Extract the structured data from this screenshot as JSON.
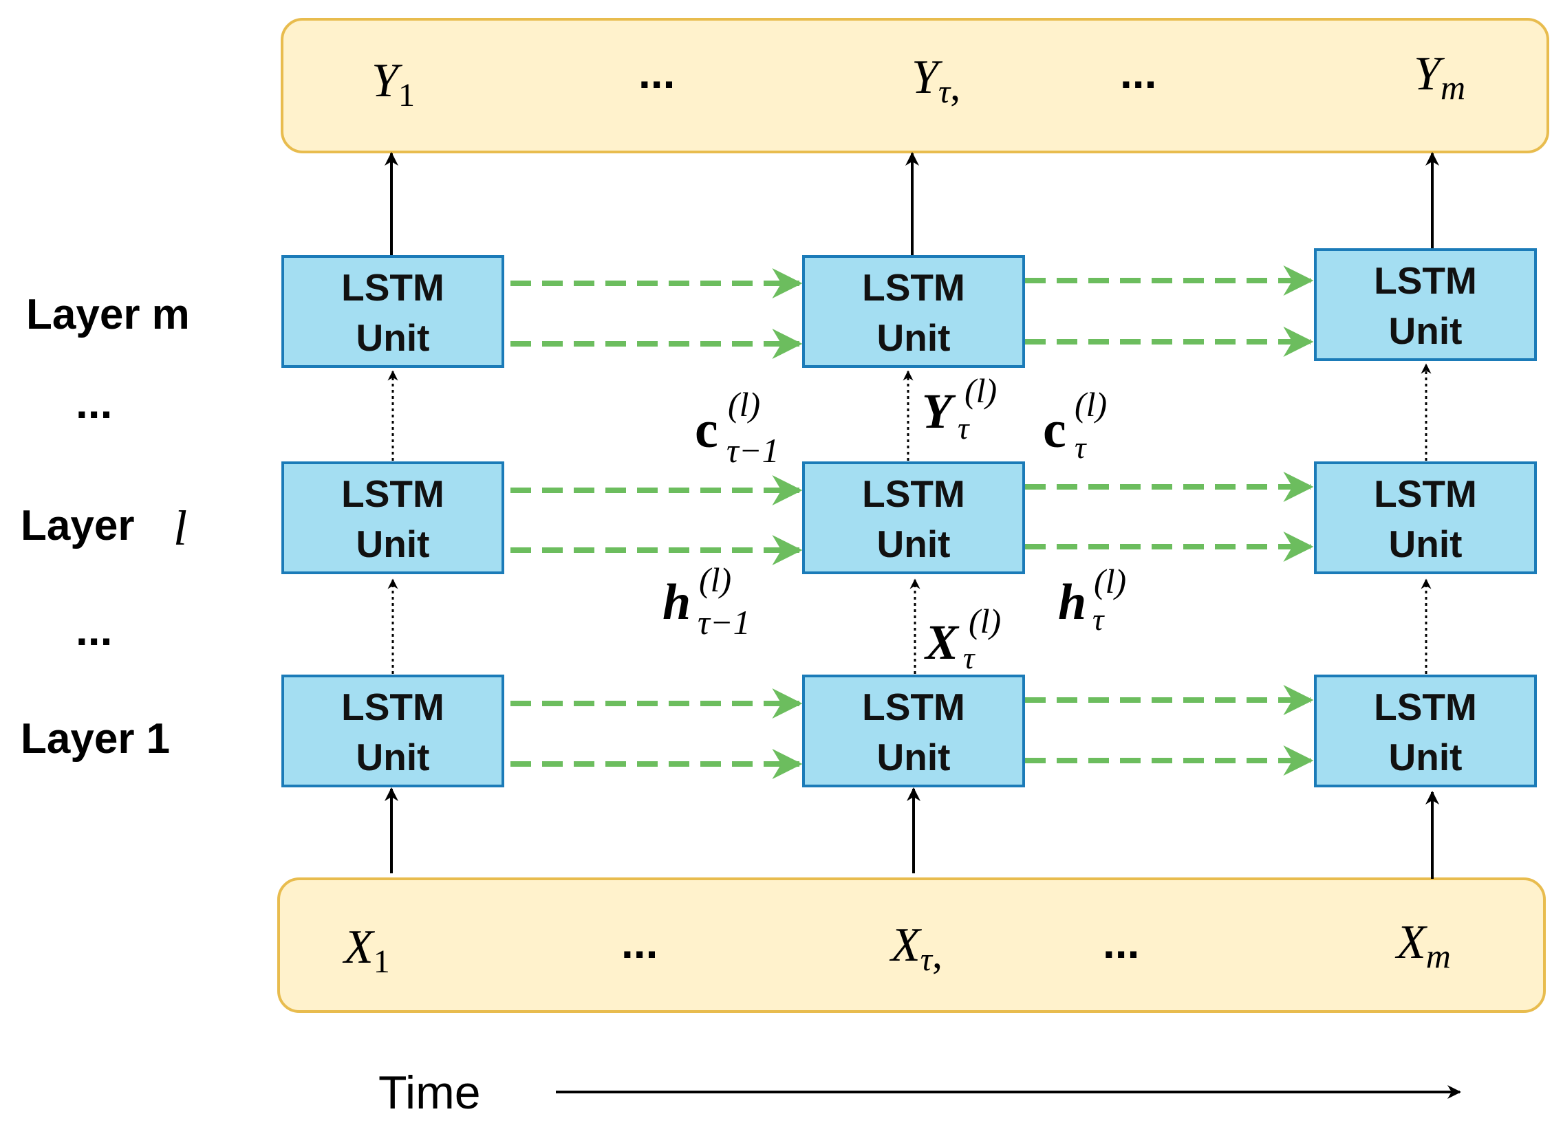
{
  "colors": {
    "band_fill": "#FFF2CC",
    "band_stroke": "#E8BC4E",
    "unit_fill": "#A4DEF2",
    "unit_stroke": "#1B7BB8",
    "recurrent_arrow": "#6CBD5E",
    "arrow": "#000000"
  },
  "unit_label": {
    "line1": "LSTM",
    "line2": "Unit"
  },
  "layers": [
    {
      "name": "Layer m"
    },
    {
      "name": "Layer"
    },
    {
      "name": "Layer 1"
    }
  ],
  "layer_symbol": "l",
  "layer_ellipsis": "...",
  "outputs": {
    "items": [
      {
        "base": "Y",
        "sub": "1",
        "suffix": ""
      },
      {
        "base": "Y",
        "sub": "τ",
        "suffix": ","
      },
      {
        "base": "Y",
        "sub": "m",
        "suffix": ""
      }
    ],
    "ellipsis": "..."
  },
  "inputs": {
    "items": [
      {
        "base": "X",
        "sub": "1",
        "suffix": ""
      },
      {
        "base": "X",
        "sub": "τ",
        "suffix": ","
      },
      {
        "base": "X",
        "sub": "m",
        "suffix": ""
      }
    ],
    "ellipsis": "..."
  },
  "annotations": {
    "c_prev": {
      "base": "c",
      "sup": "(l)",
      "sub": "τ−1"
    },
    "c_curr": {
      "base": "c",
      "sup": "(l)",
      "sub": "τ"
    },
    "h_prev": {
      "base": "h",
      "sup": "(l)",
      "sub": "τ−1"
    },
    "h_curr": {
      "base": "h",
      "sup": "(l)",
      "sub": "τ"
    },
    "y_layer": {
      "base": "Y",
      "sup": "(l)",
      "sub": "τ"
    },
    "x_layer": {
      "base": "X",
      "sup": "(l)",
      "sub": "τ"
    }
  },
  "time_label": "Time"
}
